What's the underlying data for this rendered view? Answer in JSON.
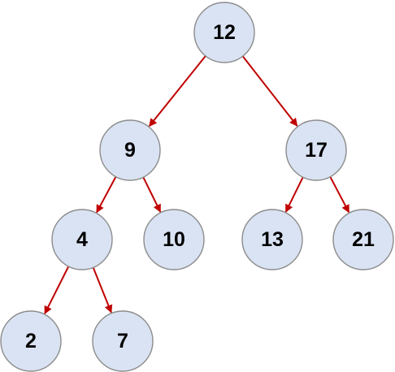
{
  "diagram": {
    "type": "binary-search-tree",
    "colors": {
      "node_fill": "#dae3f3",
      "node_stroke": "#8c8c8c",
      "edge": "#c00000",
      "text": "#000000"
    },
    "nodes": [
      {
        "id": "n12",
        "label": "12",
        "parent": null
      },
      {
        "id": "n9",
        "label": "9",
        "parent": "n12"
      },
      {
        "id": "n17",
        "label": "17",
        "parent": "n12"
      },
      {
        "id": "n4",
        "label": "4",
        "parent": "n9"
      },
      {
        "id": "n10",
        "label": "10",
        "parent": "n9"
      },
      {
        "id": "n13",
        "label": "13",
        "parent": "n17"
      },
      {
        "id": "n21",
        "label": "21",
        "parent": "n17"
      },
      {
        "id": "n2",
        "label": "2",
        "parent": "n4"
      },
      {
        "id": "n7",
        "label": "7",
        "parent": "n4"
      }
    ]
  }
}
